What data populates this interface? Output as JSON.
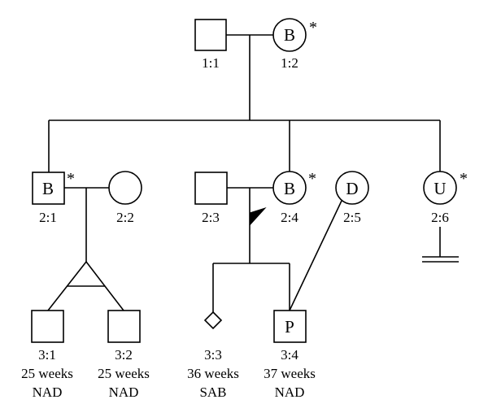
{
  "individuals": {
    "i1_1": {
      "id": "1:1",
      "letter": "",
      "star": ""
    },
    "i1_2": {
      "id": "1:2",
      "letter": "B",
      "star": "*"
    },
    "i2_1": {
      "id": "2:1",
      "letter": "B",
      "star": "*"
    },
    "i2_2": {
      "id": "2:2",
      "letter": "",
      "star": ""
    },
    "i2_3": {
      "id": "2:3",
      "letter": "",
      "star": ""
    },
    "i2_4": {
      "id": "2:4",
      "letter": "B",
      "star": "*"
    },
    "i2_5": {
      "id": "2:5",
      "letter": "D",
      "star": ""
    },
    "i2_6": {
      "id": "2:6",
      "letter": "U",
      "star": "*"
    },
    "i3_1": {
      "id": "3:1",
      "gestation": "25 weeks",
      "status": "NAD"
    },
    "i3_2": {
      "id": "3:2",
      "gestation": "25 weeks",
      "status": "NAD"
    },
    "i3_3": {
      "id": "3:3",
      "gestation": "36 weeks",
      "status": "SAB"
    },
    "i3_4": {
      "id": "3:4",
      "letter": "P",
      "gestation": "37 weeks",
      "status": "NAD"
    }
  }
}
